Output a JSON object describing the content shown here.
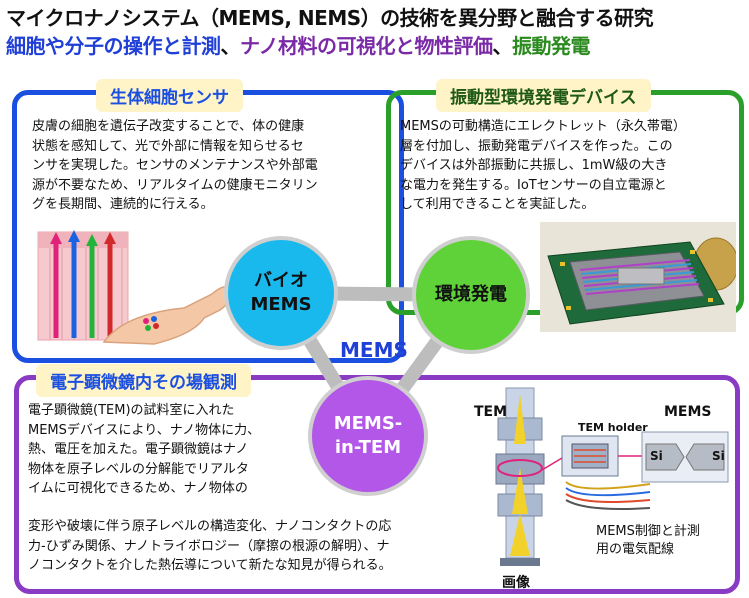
{
  "title": {
    "line1": "マイクロナノシステム（MEMS, NEMS）の技術を異分野と融合する研究",
    "line2_parts": [
      {
        "text": "細胞や分子の操作と計測",
        "color": "#1f3fd6"
      },
      {
        "text": "、",
        "color": "#111111"
      },
      {
        "text": "ナノ材料の可視化と物性評価",
        "color": "#7a2aa6"
      },
      {
        "text": "、",
        "color": "#111111"
      },
      {
        "text": "振動発電",
        "color": "#2a8a1e"
      }
    ]
  },
  "panels": {
    "bio": {
      "heading": "生体細胞センサ",
      "lines": [
        "皮膚の細胞を遺伝子改変することで、体の健康",
        "状態を感知して、光で外部に情報を知らせるセ",
        "ンサを実現した。センサのメンテナンスや外部電",
        "源が不要なため、リアルタイムの健康モニタリン",
        "グを長期間、連続的に行える。"
      ]
    },
    "env": {
      "heading": "振動型環境発電デバイス",
      "lines": [
        "MEMSの可動構造にエレクトレット（永久帯電）",
        "層を付加し、振動発電デバイスを作った。この",
        "デバイスは外部振動に共振し、1mW級の大き",
        "な電力を発生する。IoTセンサーの自立電源と",
        "して利用できることを実証した。"
      ]
    },
    "tem": {
      "heading": "電子顕微鏡内その場観測",
      "lines": [
        "電子顕微鏡(TEM)の試料室に入れた",
        "MEMSデバイスにより、ナノ物体に力、",
        "熱、電圧を加えた。電子顕微鏡はナノ",
        "物体を原子レベルの分解能でリアルタ",
        "イムに可視化できるため、ナノ物体の"
      ],
      "wide_lines": [
        "変形や破壊に伴う原子レベルの構造変化、ナノコンタクトの応",
        "力-ひずみ関係、ナノトライボロジー（摩擦の根源の解明）、ナ",
        "ノコンタクトを介した熱伝導について新たな知見が得られる。"
      ]
    }
  },
  "hub": {
    "center_label": "MEMS",
    "bio_line1": "バイオ",
    "bio_line2": "MEMS",
    "env_label": "環境発電",
    "tem_line1": "MEMS-",
    "tem_line2": "in-TEM"
  },
  "tem_figure": {
    "tem_label": "TEM",
    "holder_label": "TEM holder",
    "mems_label": "MEMS",
    "si_left": "Si",
    "si_right": "Si",
    "image_label": "画像",
    "wiring_line1": "MEMS制御と計測",
    "wiring_line2": "用の電気配線"
  },
  "colors": {
    "blue": "#1b4fe0",
    "green": "#2aa02a",
    "purple": "#8a3bc4",
    "heading_bg": "#fff3c8"
  }
}
